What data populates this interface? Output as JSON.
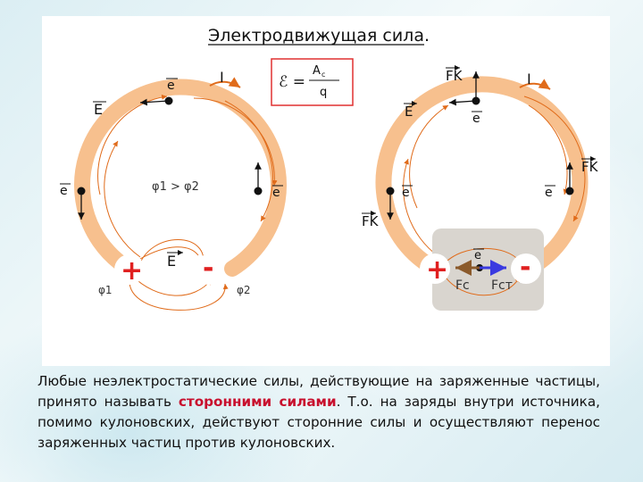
{
  "title": "Электродвижущая сила.",
  "formula": {
    "emf_symbol": "ℰ =",
    "numerator": "A",
    "numerator_sub": "c",
    "denominator": "q"
  },
  "left_circuit": {
    "label_e_top": "e",
    "label_E_top": "E",
    "label_I": "I",
    "label_e_left": "e",
    "label_e_right": "e",
    "potential_compare": "φ1 > φ2",
    "plus": "+",
    "minus": "-",
    "label_E_inside": "E",
    "phi1": "φ1",
    "phi2": "φ2"
  },
  "right_circuit": {
    "label_Fk_top": "FK",
    "label_I": "I",
    "label_E": "E",
    "label_e_top": "e",
    "label_Fk_right": "FK",
    "label_e_left": "e",
    "label_e_right": "e",
    "label_Fk_left": "FK",
    "plus": "+",
    "minus": "-",
    "label_e_inside": "e",
    "label_Fc": "Fc",
    "label_Fst": "Fст"
  },
  "caption": {
    "part1": "Любые неэлектростатические силы, действующие на заряженные частицы, принято называть ",
    "highlight": "сторонними силами",
    "part2": ". Т.о. на заряды внутри источника, помимо кулоновских, действуют сторонние силы и осуществляют перенос заряженных частиц против кулоновских."
  },
  "colors": {
    "ring": "#f7c08e",
    "arrow": "#e06b1a",
    "plus_red": "#e02020",
    "fc_brown": "#8b5a2b",
    "fst_blue": "#3a3ae0",
    "formula_box": "#e03030"
  }
}
